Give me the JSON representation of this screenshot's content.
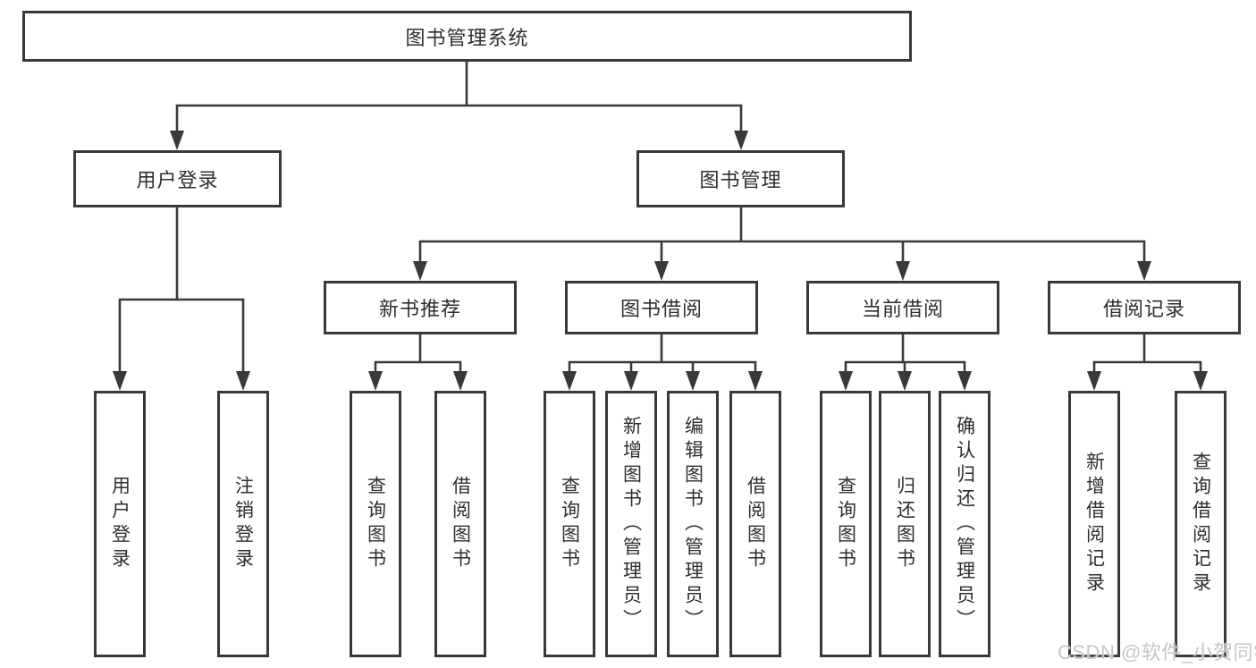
{
  "diagram": {
    "type": "hierarchy-tree",
    "root": "图书管理系统",
    "level2": {
      "user_login": "用户登录",
      "book_management": "图书管理"
    },
    "level3": {
      "new_book_recommend": "新书推荐",
      "book_borrow": "图书借阅",
      "current_borrow": "当前借阅",
      "borrow_records": "借阅记录"
    },
    "leaves": {
      "user_login": [
        "用户登录",
        "注销登录"
      ],
      "new_book_recommend": [
        "查询图书",
        "借阅图书"
      ],
      "book_borrow": [
        "查询图书",
        "新增图书（管理员）",
        "编辑图书（管理员）",
        "借阅图书"
      ],
      "current_borrow": [
        "查询图书",
        "归还图书",
        "确认归还（管理员）"
      ],
      "borrow_records": [
        "新增借阅记录",
        "查询借阅记录"
      ]
    }
  },
  "watermark": "CSDN @软件_小贺同学",
  "colors": {
    "line": "#393939",
    "box_border": "#393939",
    "text": "#2e2e2e",
    "watermark": "#c6c6c6",
    "background": "#ffffff"
  }
}
